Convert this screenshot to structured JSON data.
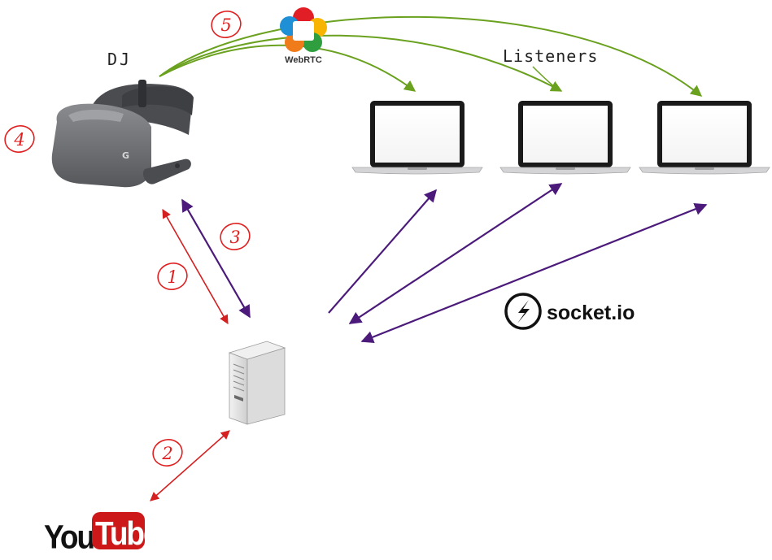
{
  "labels": {
    "dj": "DJ",
    "listeners": "Listeners",
    "webrtc": "WebRTC",
    "socketio": "socket.io",
    "youtube_you": "You",
    "youtube_tube": "Tube"
  },
  "steps": [
    "1",
    "2",
    "3",
    "4",
    "5"
  ],
  "headset": {
    "logo_letter": "G"
  },
  "colors": {
    "red_arrow": "#d42020",
    "purple_arrow": "#4b1a7a",
    "green_arrow": "#6aa11f",
    "step_red": "#e02020",
    "youtube_red": "#cc1818",
    "headset_fabric": "#6b6d70",
    "laptop_frame": "#1a1a1a",
    "laptop_body": "#d4d4d6"
  },
  "icons": {
    "headset": "vr-headset-icon",
    "server": "server-tower-icon",
    "laptop": "laptop-icon",
    "webrtc": "webrtc-logo",
    "socketio": "socketio-logo",
    "youtube": "youtube-logo"
  }
}
